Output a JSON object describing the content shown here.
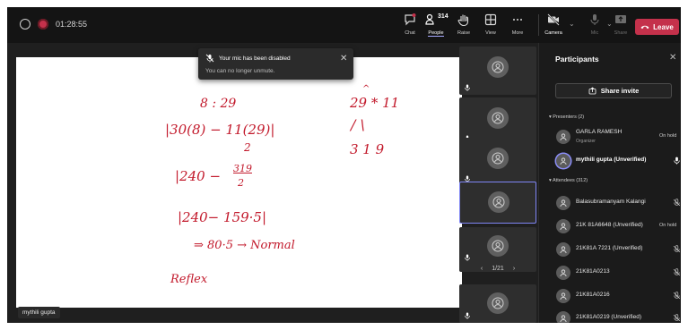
{
  "recording": {
    "time": "01:28:55"
  },
  "toolbar": {
    "chat": "Chat",
    "people": "People",
    "people_count": "314",
    "raise": "Raise",
    "view": "View",
    "more": "More",
    "camera": "Camera",
    "mic": "Mic",
    "share": "Share",
    "leave": "Leave"
  },
  "toast": {
    "title": "Your mic has been disabled",
    "message": "You can no longer unmute."
  },
  "whiteboard": {
    "lines": [
      "8 : 29",
      "|30(8) − 11(29)|",
      "2",
      "|240 −",
      "319",
      "2",
      "|240−  159·5|",
      "⇒  80·5 → Normal",
      "Reflex",
      "29   *   11",
      "^",
      "/  \\",
      "3  1  9"
    ]
  },
  "stage_name": "mythili gupta",
  "pager": {
    "label": "1/21"
  },
  "panel": {
    "title": "Participants",
    "share_invite": "Share invite",
    "presenters_header": "Presenters (2)",
    "attendees_header": "Attendees (312)",
    "presenters": [
      {
        "name": "GARLA RAMESH",
        "role": "Organizer",
        "status": "On hold"
      },
      {
        "name": "mythili gupta (Unverified)",
        "role": "",
        "status": ""
      }
    ],
    "attendees": [
      {
        "name": "Balasubramanyam Kalangi",
        "status": ""
      },
      {
        "name": "21K 81A6648 (Unverified)",
        "status": "On hold"
      },
      {
        "name": "21K81A 7221 (Unverified)",
        "status": ""
      },
      {
        "name": "21K81A0213",
        "status": ""
      },
      {
        "name": "21K81A0216",
        "status": ""
      },
      {
        "name": "21K81A0219 (Unverified)",
        "status": ""
      }
    ]
  },
  "colors": {
    "accent": "#7f85f5",
    "leave": "#c4314b",
    "ink": "#c2192b"
  }
}
